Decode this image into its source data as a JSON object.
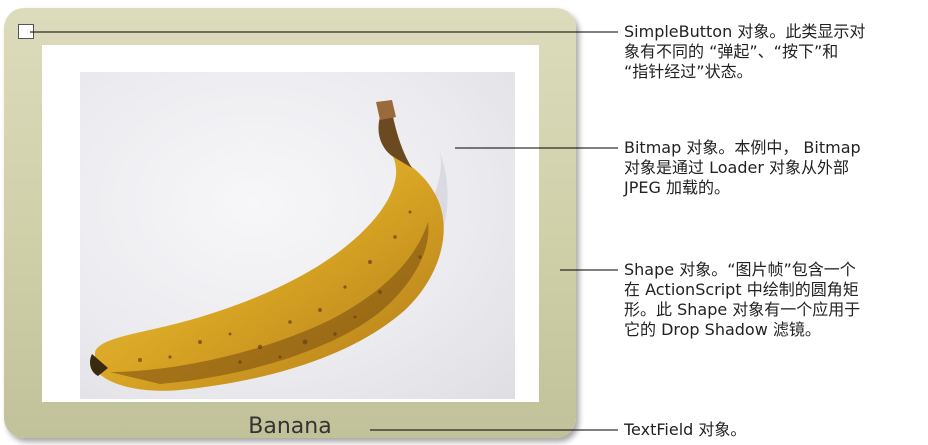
{
  "caption": "Banana",
  "annotations": {
    "simplebutton": "SimpleButton 对象。此类显示对\n象有不同的 “弹起”、“按下”和\n“指针经过”状态。",
    "bitmap": "Bitmap 对象。本例中， Bitmap\n对象是通过 Loader 对象从外部\nJPEG 加载的。",
    "shape": "Shape 对象。“图片帧”包含一个\n在 ActionScript 中绘制的圆角矩\n形。此 Shape 对象有一个应用于\n它的 Drop Shadow 滤镜。",
    "textfield": "TextField 对象。"
  },
  "colors": {
    "frame": "#cfcfa8",
    "banana": "#e0b22a",
    "leader_line": "#000000"
  }
}
